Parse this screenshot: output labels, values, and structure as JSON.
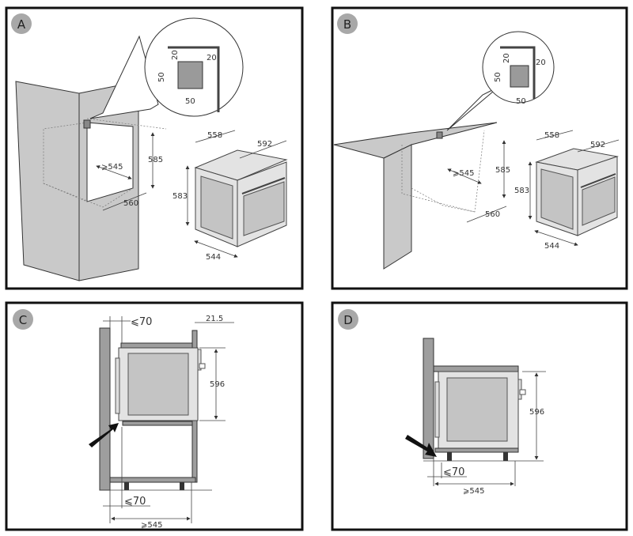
{
  "panels": {
    "a": {
      "label": "A",
      "detail": {
        "h1": "20",
        "h2": "20",
        "v": "50",
        "w": "50"
      },
      "niche": {
        "depth": "⩾545",
        "height": "585",
        "width": "560"
      },
      "oven": {
        "depth": "558",
        "width": "592",
        "height": "583",
        "body_depth": "544"
      }
    },
    "b": {
      "label": "B",
      "detail": {
        "h1": "20",
        "h2": "20",
        "v": "50",
        "w": "50"
      },
      "niche": {
        "depth": "⩾545",
        "height": "585",
        "width": "560"
      },
      "oven": {
        "depth": "558",
        "width": "592",
        "height": "583",
        "body_depth": "544"
      }
    },
    "c": {
      "label": "C",
      "top_gap": "⩽70",
      "panel": "21.5",
      "height": "596",
      "bottom_gap": "⩽70",
      "depth": "⩾545"
    },
    "d": {
      "label": "D",
      "height": "596",
      "gap": "⩽70",
      "depth": "⩾545"
    }
  }
}
